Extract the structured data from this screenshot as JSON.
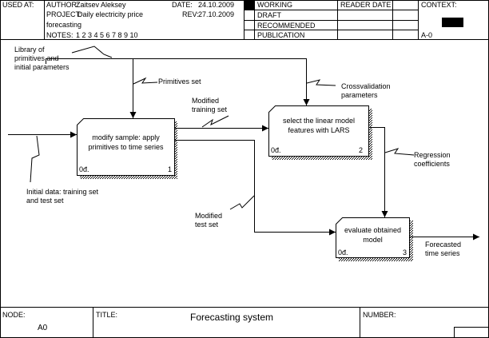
{
  "header": {
    "used_at_label": "USED AT:",
    "author_label": "AUTHOR:",
    "author": "Zaitsev Aleksey",
    "date_label": "DATE:",
    "date": "24.10.2009",
    "project_label": "PROJECT:",
    "project_line1": "Daily electricity price",
    "project_line2": "forecasting",
    "rev_label": "REV:",
    "rev": "27.10.2009",
    "notes_label": "NOTES:",
    "notes": "1 2 3 4 5 6 7 8 9 10",
    "status": [
      "WORKING",
      "DRAFT",
      "RECOMMENDED",
      "PUBLICATION"
    ],
    "reader_label": "READER",
    "reader_date_label": "DATE",
    "context_label": "CONTEXT:",
    "context_node": "A-0"
  },
  "boxes": [
    {
      "title": "modify sample: apply primitives to time series",
      "cost": "0đ.",
      "number": "1"
    },
    {
      "title": "select the linear model features with LARS",
      "cost": "0đ.",
      "number": "2"
    },
    {
      "title": "evaluate obtained model",
      "cost": "0đ.",
      "number": "3"
    }
  ],
  "arrows": {
    "library": "Library of primitives and initial parameters",
    "primitives_set": "Primitives set",
    "crossvalidation": "Crossvalidation parameters",
    "modified_training": "Modified training set",
    "regression_coefficients": "Regression coefficients",
    "initial_data": "Initial data: training set and test set",
    "modified_test": "Modified test set",
    "forecasted": "Forecasted time series"
  },
  "footer": {
    "node_label": "NODE:",
    "node": "A0",
    "title_label": "TITLE:",
    "title": "Forecasting system",
    "number_label": "NUMBER:"
  }
}
